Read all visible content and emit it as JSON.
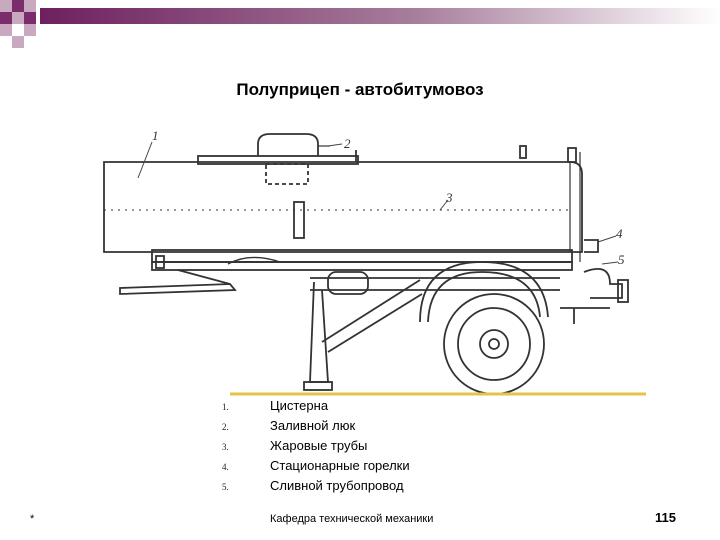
{
  "slide": {
    "title": "Полуприцеп - автобитумовоз",
    "accent_color": "#7b2c6b",
    "accent_light": "#c9a9bf"
  },
  "diagram": {
    "callouts": [
      "1",
      "2",
      "3",
      "4",
      "5"
    ]
  },
  "legend": {
    "items": [
      {
        "num": "1.",
        "label": "Цистерна"
      },
      {
        "num": "2.",
        "label": "Заливной люк"
      },
      {
        "num": "3.",
        "label": "Жаровые трубы"
      },
      {
        "num": "4.",
        "label": "Стационарные горелки"
      },
      {
        "num": "5.",
        "label": "Сливной трубопровод"
      }
    ]
  },
  "footer": {
    "left": "*",
    "center": "Кафедра технической механики",
    "page_number": "115"
  }
}
